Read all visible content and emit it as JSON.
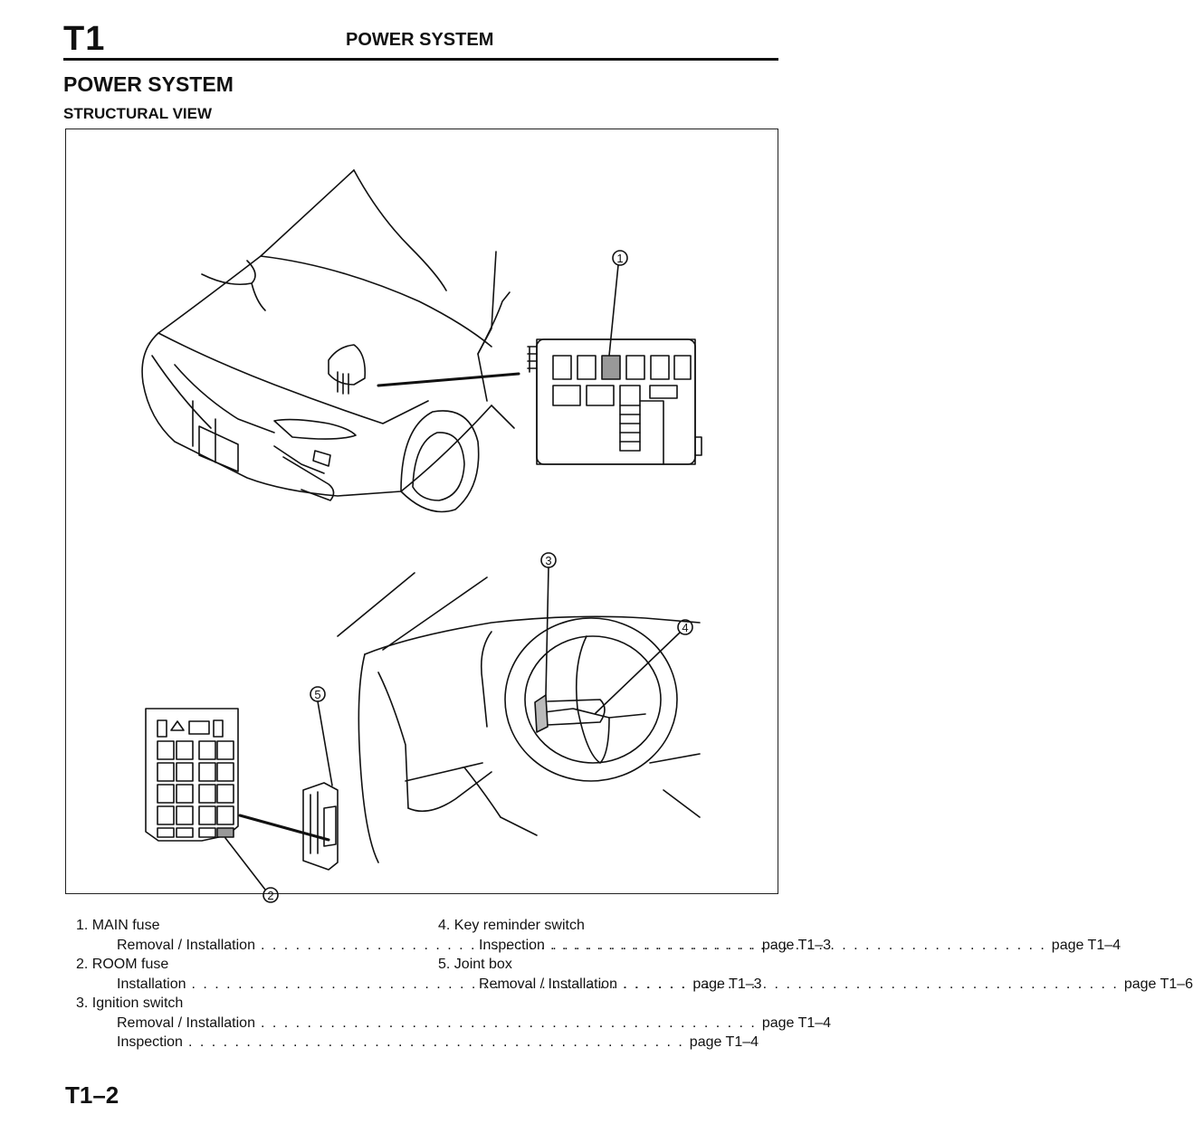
{
  "header": {
    "code": "T1",
    "title": "POWER SYSTEM"
  },
  "section_title": "POWER SYSTEM",
  "subsection_title": "STRUCTURAL VIEW",
  "callouts": {
    "c1": "1",
    "c2": "2",
    "c3": "3",
    "c4": "4",
    "c5": "5"
  },
  "legend": {
    "items": [
      {
        "name": "1. MAIN fuse",
        "refs": [
          {
            "label": "Removal / Installation",
            "page": "page T1–3"
          }
        ]
      },
      {
        "name": "2. ROOM fuse",
        "refs": [
          {
            "label": "Installation",
            "page": "page T1–3"
          }
        ]
      },
      {
        "name": "3. Ignition switch",
        "refs": [
          {
            "label": "Removal / Installation",
            "page": "page T1–4"
          },
          {
            "label": "Inspection",
            "page": "page T1–4"
          }
        ]
      },
      {
        "name": "4. Key reminder switch",
        "refs": [
          {
            "label": "Inspection",
            "page": "page T1–4"
          }
        ]
      },
      {
        "name": "5. Joint box",
        "refs": [
          {
            "label": "Removal / Installation",
            "page": "page T1–6"
          }
        ]
      }
    ]
  },
  "footer": {
    "page_number": "T1–2"
  }
}
